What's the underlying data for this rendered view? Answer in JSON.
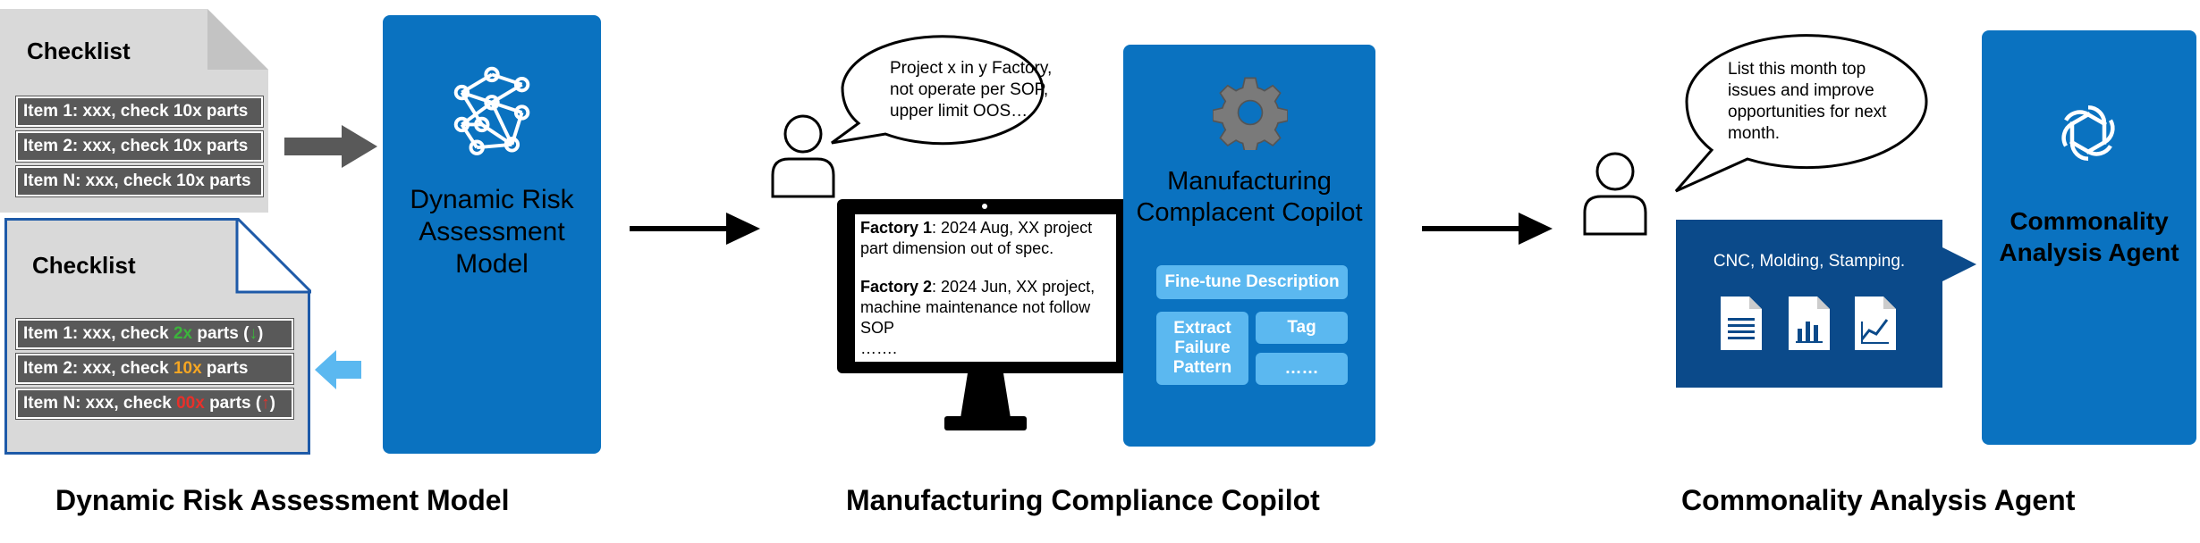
{
  "section1": {
    "label": "Dynamic Risk Assessment Model",
    "checklist_top": {
      "title": "Checklist",
      "items": [
        "Item 1: xxx, check 10x parts",
        "Item 2: xxx, check 10x parts",
        "Item N: xxx, check 10x parts"
      ]
    },
    "checklist_bottom": {
      "title": "Checklist",
      "items": [
        {
          "prefix": "Item 1: xxx, check ",
          "highlight": "2x",
          "suffix": " parts (",
          "mark": "↓",
          "end": ")"
        },
        {
          "prefix": "Item 2: xxx, check ",
          "highlight": "10x",
          "suffix": " parts",
          "mark": "",
          "end": ""
        },
        {
          "prefix": "Item N: xxx, check ",
          "highlight": "00x",
          "suffix": " parts (",
          "mark": "↑",
          "end": ")"
        }
      ]
    },
    "model_panel": {
      "title_lines": [
        "Dynamic Risk",
        "Assessment",
        "Model"
      ],
      "icon": "neural-network-icon"
    }
  },
  "section2": {
    "label": "Manufacturing Compliance Copilot",
    "speech": [
      "Project x in y Factory,",
      "not operate per SOP,",
      "upper limit OOS…"
    ],
    "monitor": {
      "entries": [
        {
          "bold": "Factory 1",
          "text": ": 2024 Aug, XX project",
          "line2": "part dimension out of spec."
        },
        {
          "bold": "Factory 2",
          "text": ": 2024 Jun, XX project,",
          "line2": "machine maintenance not follow",
          "line3": "SOP"
        }
      ],
      "ellipsis": "……."
    },
    "copilot_panel": {
      "title_lines": [
        "Manufacturing",
        "Complacent Copilot"
      ],
      "icon": "gear-icon",
      "pills": {
        "fine_tune": "Fine-tune Description",
        "extract_lines": [
          "Extract",
          "Failure",
          "Pattern"
        ],
        "tag": "Tag",
        "more": "……"
      }
    }
  },
  "section3": {
    "label": "Commonality Analysis Agent",
    "speech": [
      "List this month top",
      "issues and improve",
      "opportunities for next",
      "month."
    ],
    "data_box": {
      "text": "CNC, Molding, Stamping.",
      "icons": [
        "text-document-icon",
        "bar-chart-document-icon",
        "line-chart-document-icon"
      ]
    },
    "agent_panel": {
      "title_lines": [
        "Commonality",
        "Analysis Agent"
      ],
      "icon": "openai-logo-icon"
    }
  },
  "colors": {
    "panel_blue": "#0a72c0",
    "dark_blue": "#0b4a8a",
    "light_blue": "#5bb8f0",
    "item_gray": "#595959",
    "green": "#3cb43c",
    "orange": "#f5a623",
    "red": "#e8302a"
  }
}
